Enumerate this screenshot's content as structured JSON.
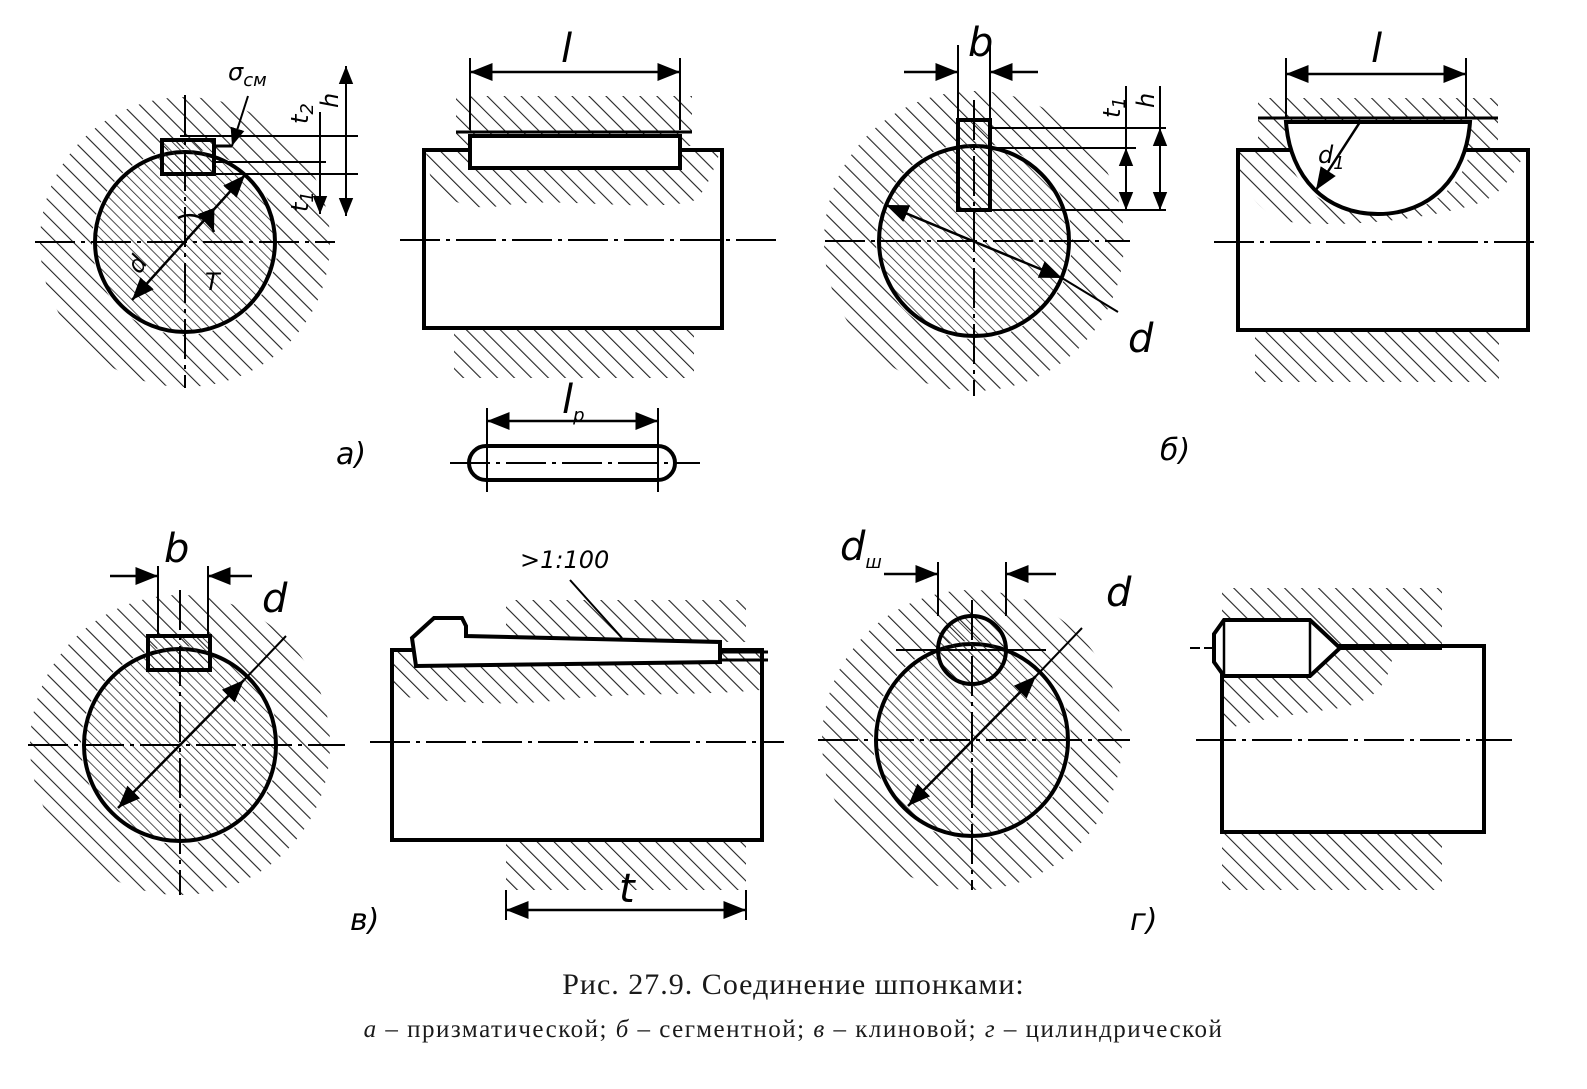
{
  "figure": {
    "caption": "Рис. 27.9. Соединение шпонками:",
    "legend": [
      {
        "letter": "а",
        "sep": " – ",
        "text": "призматической;"
      },
      {
        "letter": "б",
        "sep": " – ",
        "text": "сегментной;"
      },
      {
        "letter": "в",
        "sep": " – ",
        "text": "клиновой;"
      },
      {
        "letter": "г",
        "sep": " – ",
        "text": "цилиндрической"
      }
    ]
  },
  "panels": {
    "a": {
      "tag": "a)",
      "length": "l",
      "length_key": "l",
      "key_sub": "p",
      "stress": "σ",
      "stress_sub": "см",
      "h": "h",
      "t": "t",
      "t1_sub": "1",
      "t2_sub": "2",
      "d": "d",
      "torque": "T"
    },
    "b": {
      "tag": "б)",
      "width": "b",
      "h": "h",
      "t": "t",
      "t1_sub": "1",
      "d": "d",
      "length": "l",
      "d1": "d",
      "d1_sub": "1"
    },
    "v": {
      "tag": "в)",
      "width": "b",
      "d": "d",
      "taper": ">1:100",
      "hub_length": "t"
    },
    "g": {
      "tag": "г)",
      "pin": "d",
      "pin_sub": "ш",
      "d": "d"
    }
  }
}
